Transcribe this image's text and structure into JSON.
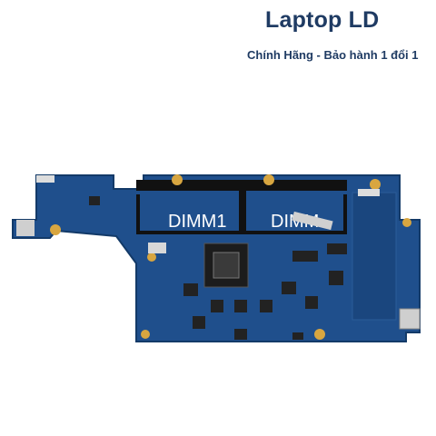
{
  "header": {
    "title": "Laptop LD",
    "subtitle": "Chính Hãng - Bảo hành 1 đổi 1"
  },
  "product_photo": {
    "subject": "laptop-motherboard",
    "slot_labels": [
      "DIMM1",
      "DIMM"
    ],
    "colors": {
      "pcb": "#1f4f8c",
      "pcb_dark": "#17406f",
      "slot": "#111111",
      "gold": "#d8a640",
      "text_accent": "#1f3b63"
    }
  }
}
